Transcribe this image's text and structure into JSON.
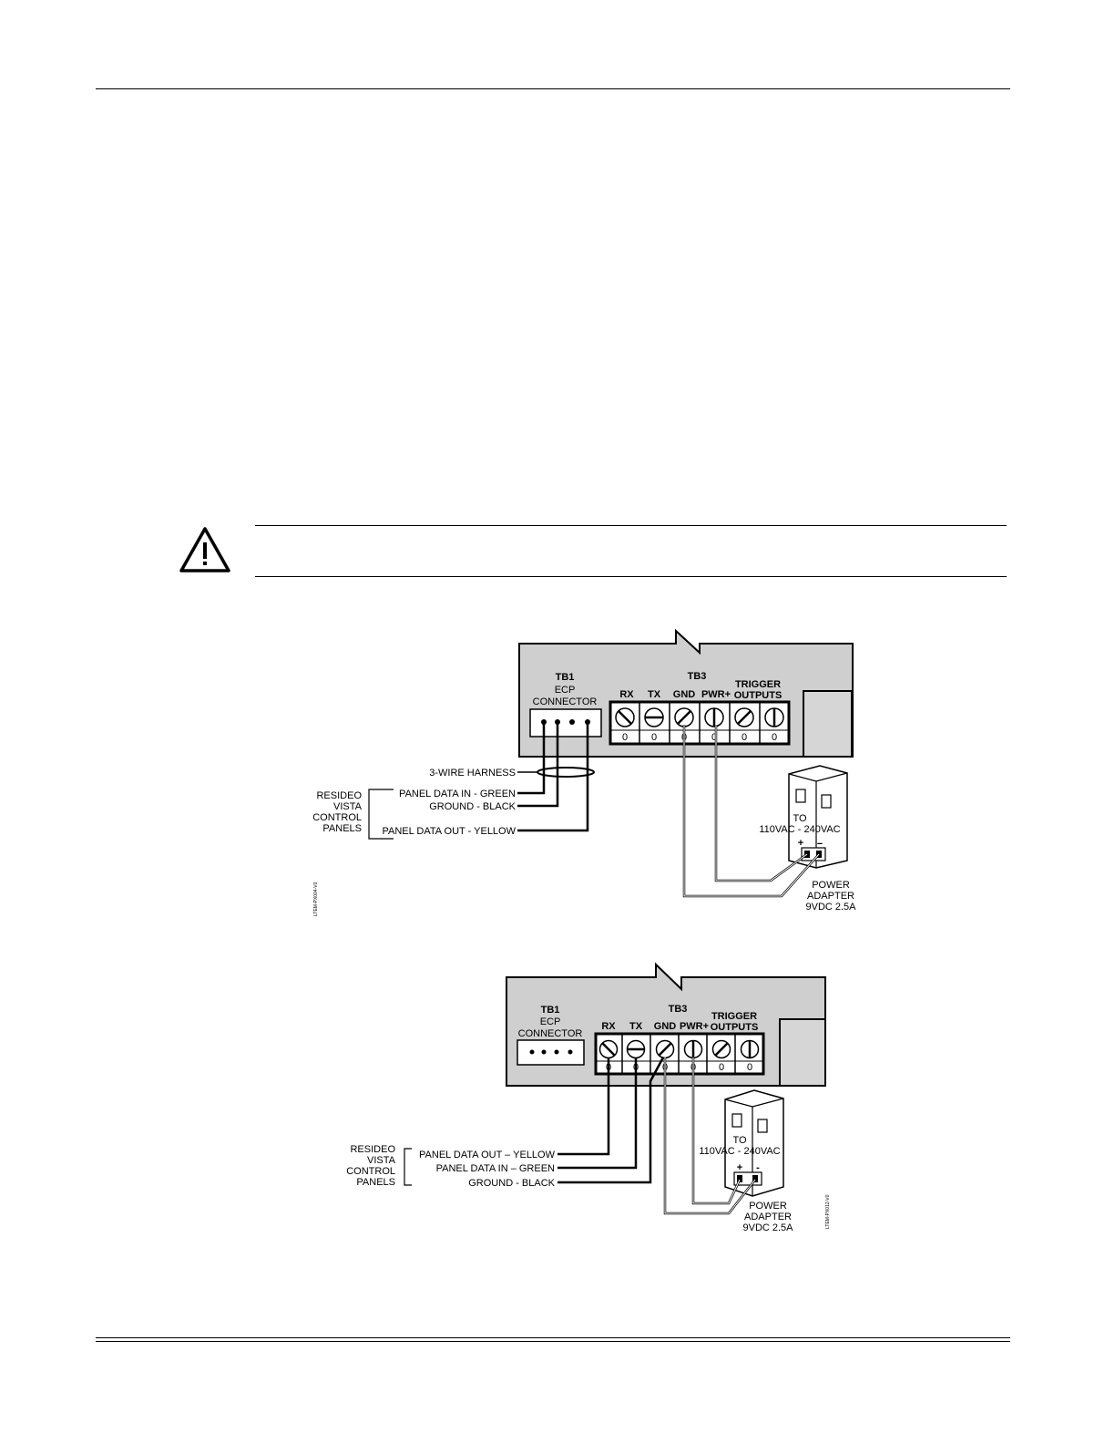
{
  "diagram1": {
    "tb1": {
      "title": "TB1",
      "line1": "ECP",
      "line2": "CONNECTOR"
    },
    "tb3": {
      "title": "TB3",
      "terminals": [
        "RX",
        "TX",
        "GND",
        "PWR+"
      ],
      "trigger_line1": "TRIGGER",
      "trigger_line2": "OUTPUTS",
      "numbers": [
        "0",
        "0",
        "0",
        "0",
        "0",
        "0"
      ]
    },
    "harness": "3-WIRE HARNESS",
    "panel_lines": [
      "RESIDEO",
      "VISTA",
      "CONTROL",
      "PANELS"
    ],
    "wires": {
      "data_in": "PANEL DATA IN - GREEN",
      "ground": "GROUND - BLACK",
      "data_out": "PANEL DATA OUT - YELLOW"
    },
    "adapter": {
      "to": "TO",
      "voltage": "110VAC - 240VAC",
      "plus": "+",
      "minus": "−",
      "line1": "POWER",
      "line2": "ADAPTER",
      "line3": "9VDC 2.5A"
    },
    "code": "LTEM-PX004-V0"
  },
  "diagram2": {
    "tb1": {
      "title": "TB1",
      "line1": "ECP",
      "line2": "CONNECTOR"
    },
    "tb3": {
      "title": "TB3",
      "terminals": [
        "RX",
        "TX",
        "GND",
        "PWR+"
      ],
      "trigger_line1": "TRIGGER",
      "trigger_line2": "OUTPUTS",
      "numbers": [
        "0",
        "0",
        "0",
        "0",
        "0",
        "0"
      ]
    },
    "panel_lines": [
      "RESIDEO",
      "VISTA",
      "CONTROL",
      "PANELS"
    ],
    "wires": {
      "data_out": "PANEL DATA OUT – YELLOW",
      "data_in": "PANEL DATA IN – GREEN",
      "ground": "GROUND - BLACK"
    },
    "adapter": {
      "to": "TO",
      "voltage": "110VAC - 240VAC",
      "plus": "+",
      "minus": "-",
      "line1": "POWER",
      "line2": "ADAPTER",
      "line3": "9VDC 2.5A"
    },
    "code": "LTEM-PX012-V0"
  },
  "colors": {
    "box_fill": "#cfcfcf",
    "ink": "#000000"
  }
}
